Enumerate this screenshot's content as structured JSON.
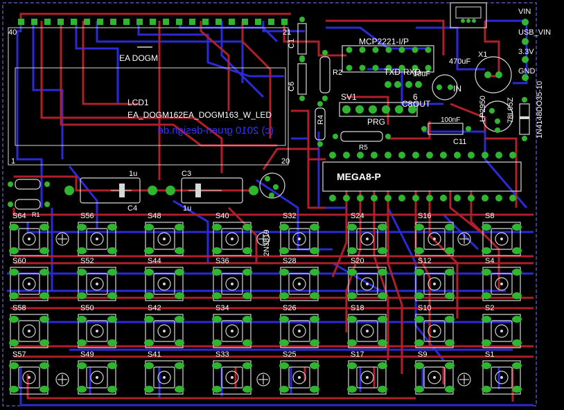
{
  "board": {
    "text": {
      "pin40": "40",
      "pin1": "1",
      "pin20": "20",
      "pin21": "21",
      "display_name": "EA DOGM",
      "lcd_ref": "LCD1",
      "lcd_value": "EA_DOGM162EA_DOGM163_W_LED",
      "copyright": "(c) 2010 gruen-design.de",
      "mcp": "MCP2221-I/P",
      "txd": "TXD",
      "rxd": "RXD",
      "sv1": "SV1",
      "prg": "PRG",
      "out": "OUT",
      "in": "IN",
      "mega": "MEGA8-P",
      "vin": "VIN",
      "usb_vin": "USB_VIN",
      "v33": "3.3V",
      "gnd": "GND",
      "c470": "470uF",
      "c10u": "10uF",
      "c100n": "100nF",
      "c11": "C11",
      "x1": "X1",
      "r5": "R5",
      "c4": "C4",
      "c3": "C3",
      "c1u_a": "1u",
      "c1u_b": "1u",
      "r1": "R1",
      "t2n": "2N3819",
      "d1": "1N4148DO35-10",
      "lp": "LP2950",
      "reg": "78L05Z",
      "c1": "C1",
      "c6": "C6",
      "c8": "C8",
      "r2": "R2",
      "r4": "R4",
      "num6": "6"
    },
    "switch_rows": [
      [
        "S64",
        "S56",
        "S48",
        "S40",
        "S32",
        "S24",
        "S16",
        "S8"
      ],
      [
        "S60",
        "S52",
        "S44",
        "S36",
        "S28",
        "S20",
        "S12",
        "S4"
      ],
      [
        "S58",
        "S50",
        "S42",
        "S34",
        "S26",
        "S18",
        "S10",
        "S2"
      ],
      [
        "S57",
        "S49",
        "S41",
        "S33",
        "S25",
        "S17",
        "S9",
        "S1"
      ]
    ],
    "colors": {
      "background": "#000000",
      "top_trace": "#b0202a",
      "bottom_trace": "#2a2ad8",
      "pad": "#2fb52f",
      "silk": "#d8d8d8",
      "outline": "#7a7aff"
    }
  }
}
